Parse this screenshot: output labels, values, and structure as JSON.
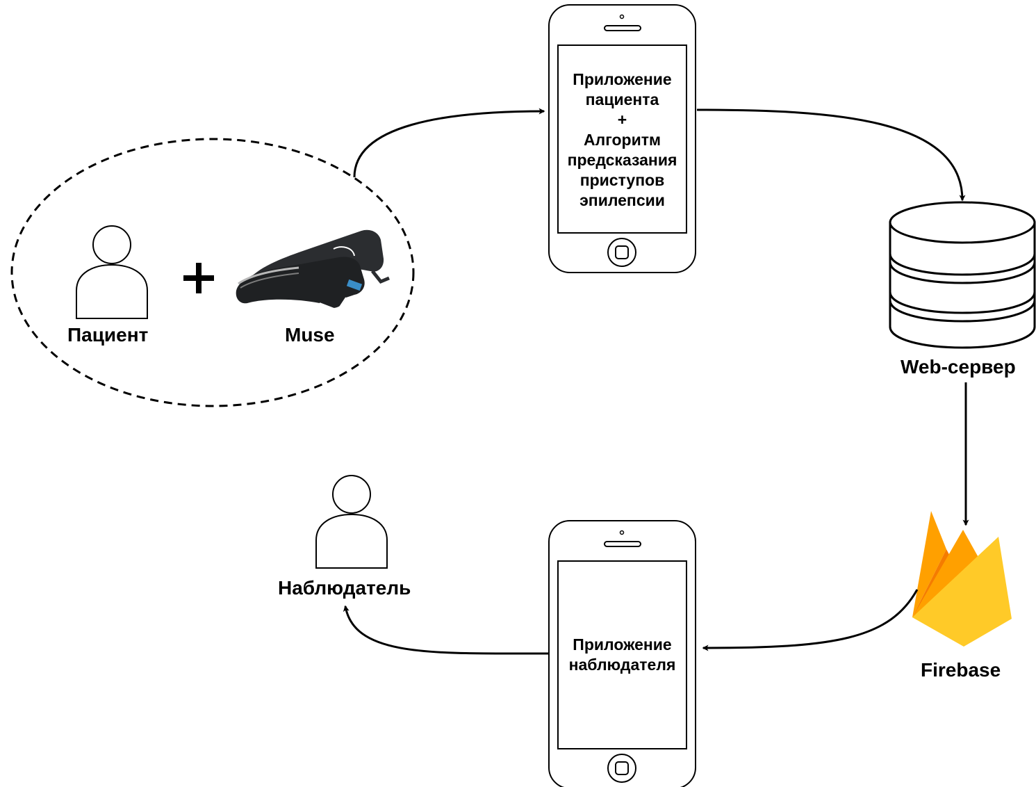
{
  "nodes": {
    "patient_label": "Пациент",
    "muse_label": "Muse",
    "plus_symbol": "+",
    "patient_app_lines": [
      "Приложение",
      "пациента",
      "+",
      "Алгоритм",
      "предсказания",
      "приступов",
      "эпилепсии"
    ],
    "web_server_label": "Web-сервер",
    "firebase_label": "Firebase",
    "observer_app_lines": [
      "Приложение",
      "наблюдателя"
    ],
    "observer_label": "Наблюдатель"
  },
  "icons": {
    "patient": "person-icon",
    "muse": "headband-icon",
    "patient_phone": "smartphone-icon",
    "web_server": "database-icon",
    "firebase": "firebase-icon",
    "observer_phone": "smartphone-icon",
    "observer": "person-icon"
  },
  "colors": {
    "firebase_dark": "#F57C00",
    "firebase_mid": "#FFA000",
    "firebase_light": "#FFCA28",
    "stroke": "#000000"
  },
  "edges": [
    {
      "from": "patient-muse-group",
      "to": "patient-app"
    },
    {
      "from": "patient-app",
      "to": "web-server"
    },
    {
      "from": "web-server",
      "to": "firebase"
    },
    {
      "from": "firebase",
      "to": "observer-app"
    },
    {
      "from": "observer-app",
      "to": "observer"
    }
  ]
}
